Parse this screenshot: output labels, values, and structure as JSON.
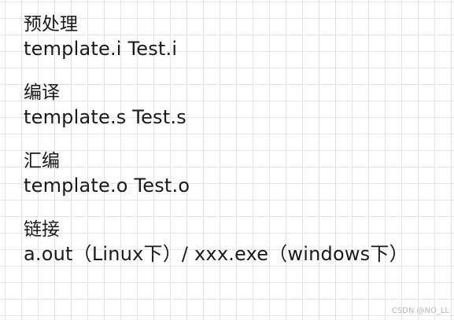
{
  "sections": [
    {
      "heading": "预处理",
      "content": "template.i   Test.i"
    },
    {
      "heading": "编译",
      "content": "template.s   Test.s"
    },
    {
      "heading": "汇编",
      "content": "template.o   Test.o"
    },
    {
      "heading": "链接",
      "content": "a.out（Linux下）/ xxx.exe（windows下）"
    }
  ],
  "watermark": "CSDN @NO_LL"
}
